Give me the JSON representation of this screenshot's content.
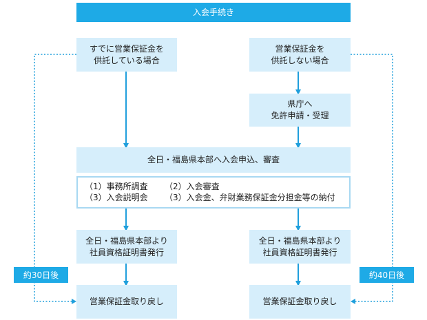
{
  "header": {
    "title": "入会手続き"
  },
  "left_start": {
    "line1": "すでに営業保証金を",
    "line2": "供託している場合"
  },
  "right_start": {
    "line1": "営業保証金を",
    "line2": "供託しない場合"
  },
  "prefecture": {
    "line1": "県庁へ",
    "line2": "免許申請・受理"
  },
  "apply": {
    "label": "全日・福島県本部へ入会申込、審査"
  },
  "steps": {
    "s1": "（1）事務所調査",
    "s2": "（2）入会審査",
    "s3": "（3）入会説明会",
    "s4": "（3）入会金、弁財業務保証金分担金等の納付"
  },
  "left_cert": {
    "line1": "全日・福島県本部より",
    "line2": "社員資格証明書発行"
  },
  "right_cert": {
    "line1": "全日・福島県本部より",
    "line2": "社員資格証明書発行"
  },
  "left_return": {
    "label": "営業保証金取り戻し"
  },
  "right_return": {
    "label": "営業保証金取り戻し"
  },
  "left_days": {
    "label": "約30日後"
  },
  "right_days": {
    "label": "約40日後"
  },
  "colors": {
    "accent": "#1eaae6",
    "box": "#d6eefb",
    "connector": "#1f9fdc"
  }
}
